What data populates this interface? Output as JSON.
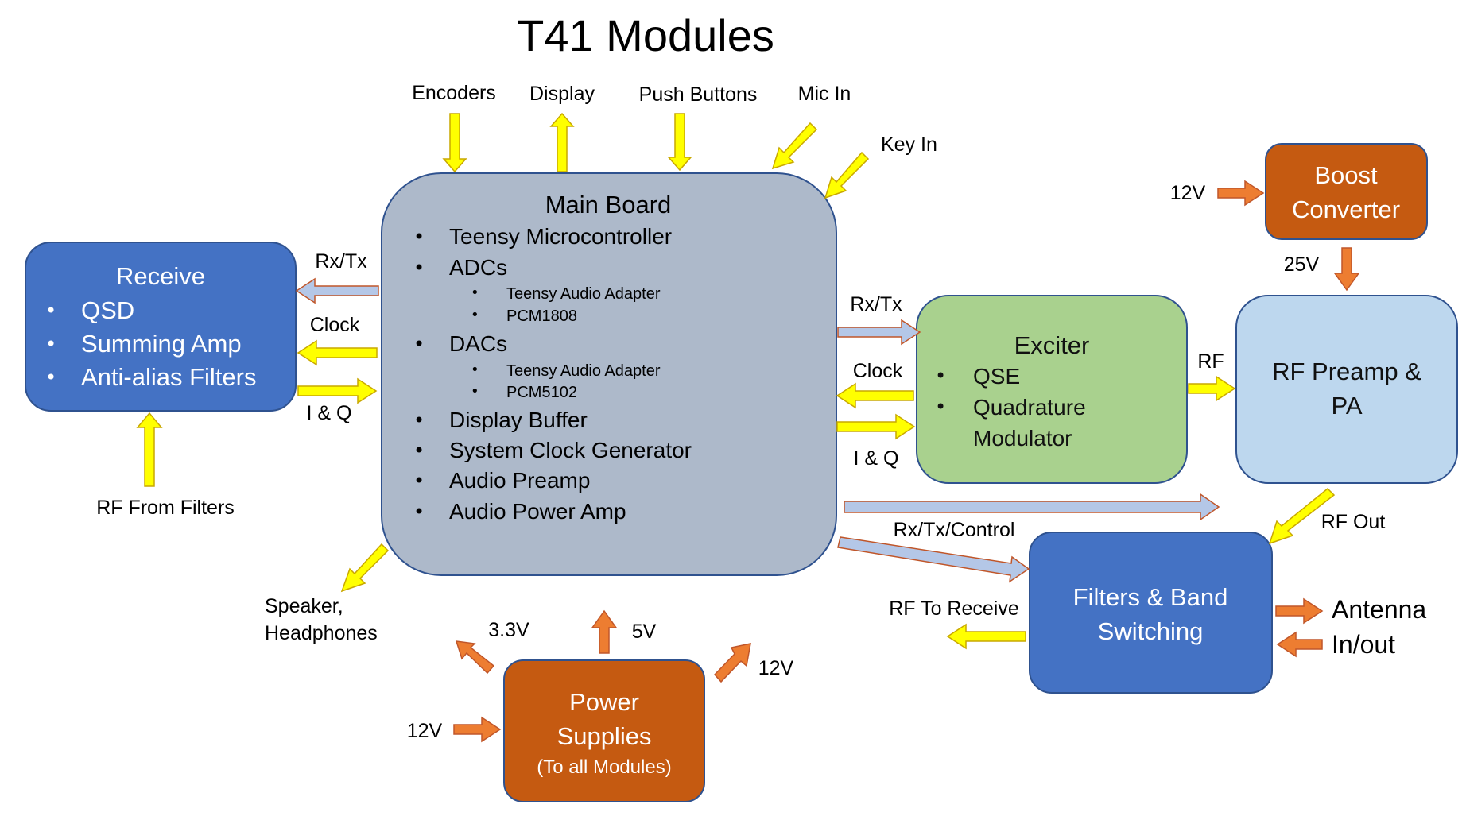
{
  "title": "T41 Modules",
  "colors": {
    "arrow_yellow": "#ffff00",
    "arrow_yellow_edge": "#c9a800",
    "arrow_orange": "#ed7d31",
    "arrow_orange_edge": "#c0562a",
    "arrow_blue": "#b4c7e7",
    "arrow_blue_edge": "#c0562a",
    "main_board_fill": "#adb9ca",
    "blue_box_fill": "#4472c4",
    "green_box_fill": "#a9d18e",
    "light_blue_box_fill": "#bdd7ee",
    "orange_box_fill": "#c55a11"
  },
  "main_board": {
    "title": "Main Board",
    "items": {
      "teensy": "Teensy Microcontroller",
      "adcs": "ADCs",
      "adc_sub1": "Teensy Audio Adapter",
      "adc_sub2": "PCM1808",
      "dacs": "DACs",
      "dac_sub1": "Teensy Audio Adapter",
      "dac_sub2": "PCM5102",
      "display_buffer": "Display Buffer",
      "clock_gen": "System Clock Generator",
      "audio_preamp": "Audio Preamp",
      "audio_power_amp": "Audio Power Amp"
    }
  },
  "receive": {
    "title": "Receive",
    "items": [
      "QSD",
      "Summing Amp",
      "Anti-alias Filters"
    ]
  },
  "exciter": {
    "title": "Exciter",
    "items": [
      "QSE",
      "Quadrature",
      "Modulator"
    ]
  },
  "rf_preamp": {
    "line1": "RF  Preamp &",
    "line2": "PA"
  },
  "boost": {
    "line1": "Boost",
    "line2": "Converter"
  },
  "filters": {
    "line1": "Filters & Band",
    "line2": "Switching"
  },
  "power": {
    "line1": "Power",
    "line2": "Supplies",
    "line3": "(To all Modules)"
  },
  "labels": {
    "encoders": "Encoders",
    "display": "Display",
    "push_buttons": "Push Buttons",
    "mic_in": "Mic In",
    "key_in": "Key In",
    "rxtx_left": "Rx/Tx",
    "clock_left": "Clock",
    "iq_left": "I & Q",
    "rf_from_filters": "RF From Filters",
    "rxtx_right": "Rx/Tx",
    "clock_right": "Clock",
    "iq_right": "I & Q",
    "rf": "RF",
    "v12_boost": "12V",
    "v25": "25V",
    "rf_out": "RF Out",
    "rxtx_control": "Rx/Tx/Control",
    "rf_to_receive": "RF To Receive",
    "antenna_line1": "Antenna",
    "antenna_line2": "In/out",
    "speaker_line1": "Speaker,",
    "speaker_line2": "Headphones",
    "v3_3": "3.3V",
    "v5": "5V",
    "v12_out": "12V",
    "v12_in": "12V"
  }
}
